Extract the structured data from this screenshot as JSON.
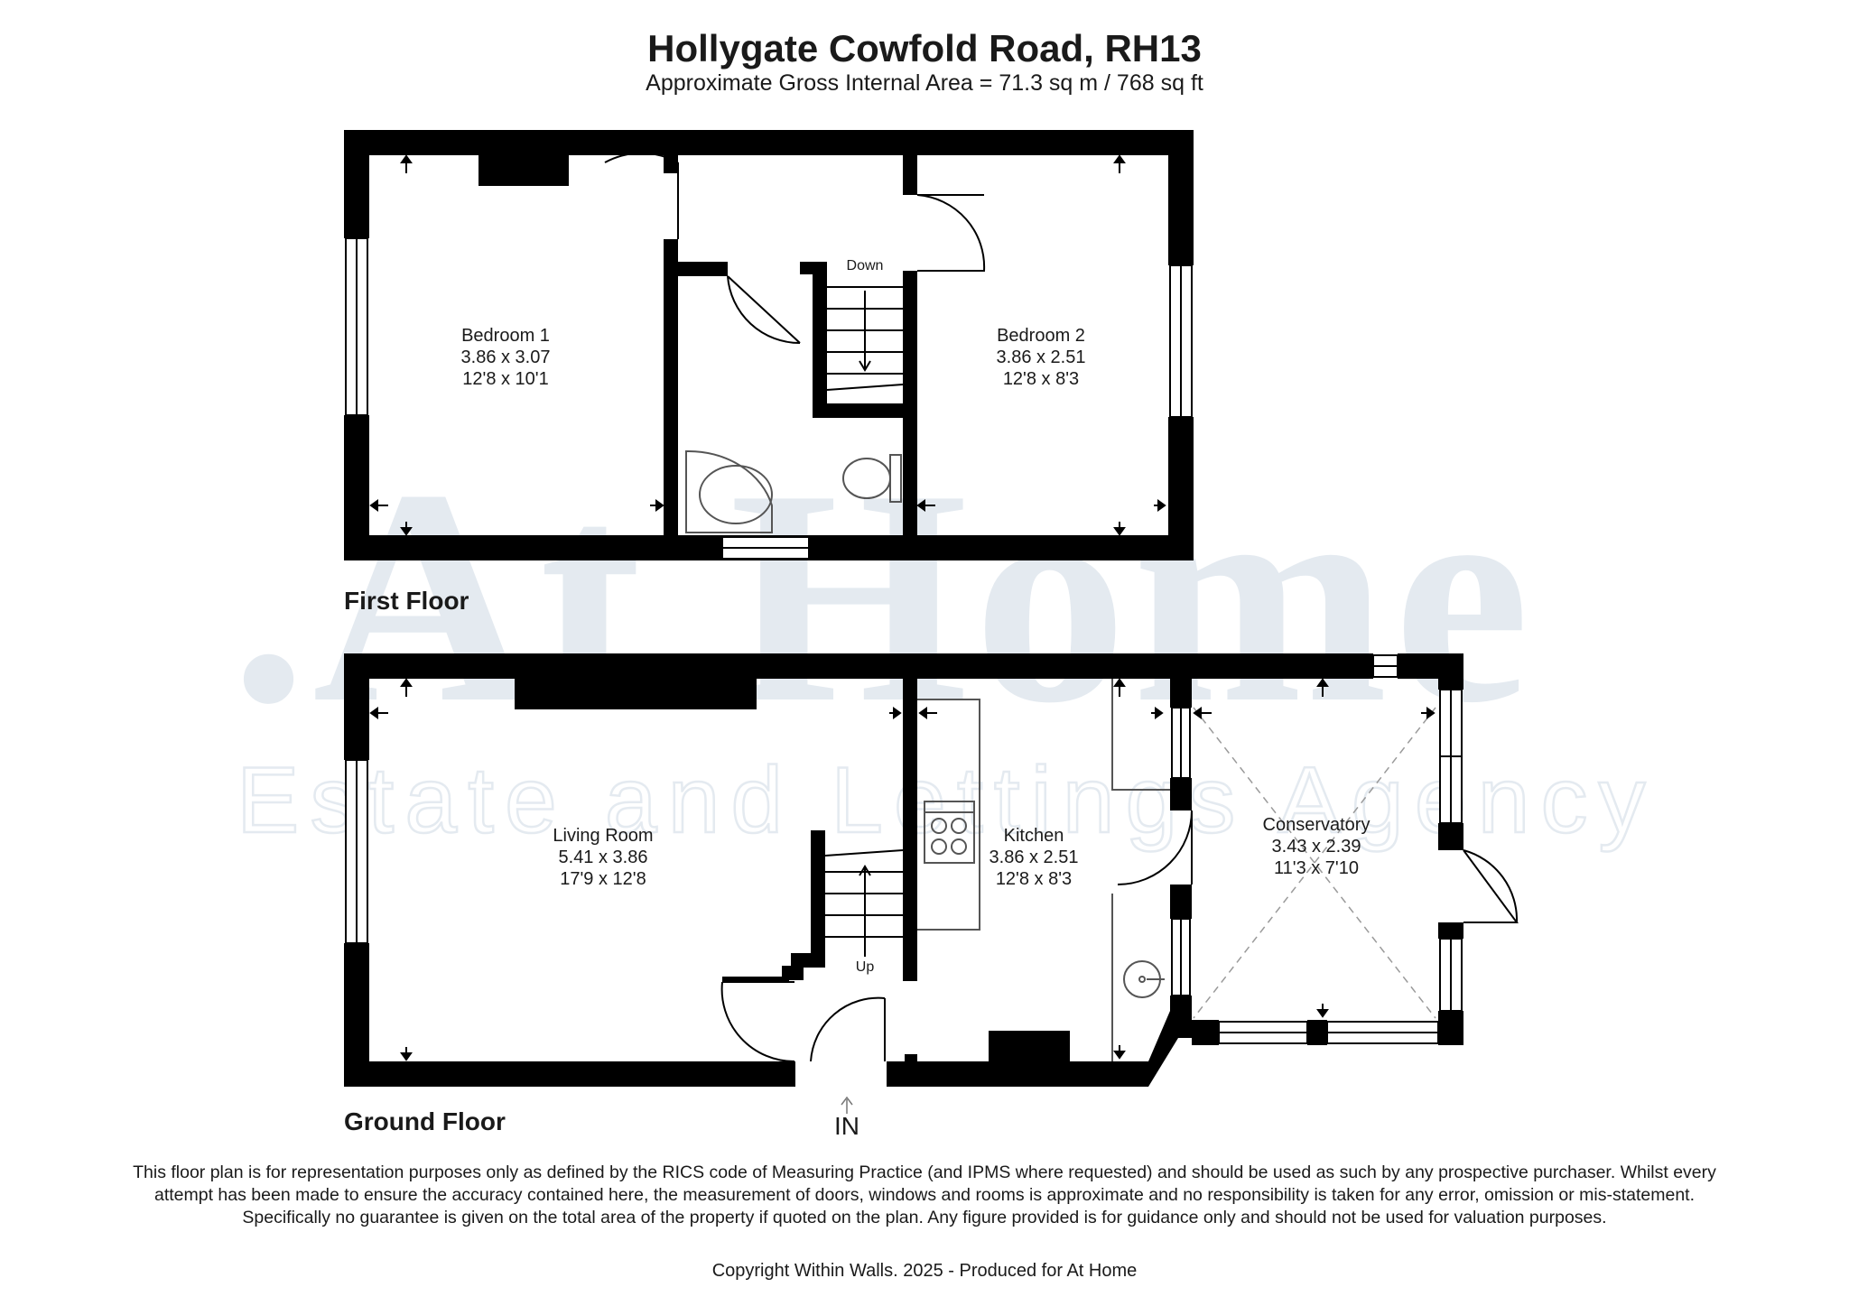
{
  "header": {
    "title": "Hollygate Cowfold Road, RH13",
    "area": "Approximate Gross Internal Area = 71.3 sq m / 768 sq ft"
  },
  "watermark": {
    "brand": ".At Home",
    "tagline": "Estate and Lettings Agency"
  },
  "first_floor": {
    "label": "First Floor",
    "rooms": [
      {
        "name": "Bedroom 1",
        "metric": "3.86 x 3.07",
        "imperial": "12'8 x 10'1"
      },
      {
        "name": "Bedroom 2",
        "metric": "3.86 x 2.51",
        "imperial": "12'8 x 8'3"
      }
    ],
    "stairs_label": "Down"
  },
  "ground_floor": {
    "label": "Ground Floor",
    "rooms": [
      {
        "name": "Living Room",
        "metric": "5.41 x 3.86",
        "imperial": "17'9 x 12'8"
      },
      {
        "name": "Kitchen",
        "metric": "3.86 x 2.51",
        "imperial": "12'8 x 8'3"
      },
      {
        "name": "Conservatory",
        "metric": "3.43 x 2.39",
        "imperial": "11'3 x 7'10"
      }
    ],
    "stairs_label": "Up",
    "entrance_label": "IN"
  },
  "footer": {
    "disclaimer": "This floor plan is for representation purposes only as defined by the RICS code of Measuring Practice (and IPMS where requested) and should be used as such by any prospective purchaser. Whilst every attempt has been made to ensure the accuracy contained here, the measurement of doors, windows and rooms is approximate and no responsibility is taken for any error, omission or mis-statement. Specifically no guarantee is given on the total area of the property if quoted on the plan. Any figure provided is for guidance only and should not be used for valuation purposes.",
    "copyright": "Copyright Within Walls. 2025 - Produced for At Home"
  },
  "colors": {
    "wall": "#000000",
    "watermark": "#e4eaf0",
    "fixture_line": "#555555"
  }
}
